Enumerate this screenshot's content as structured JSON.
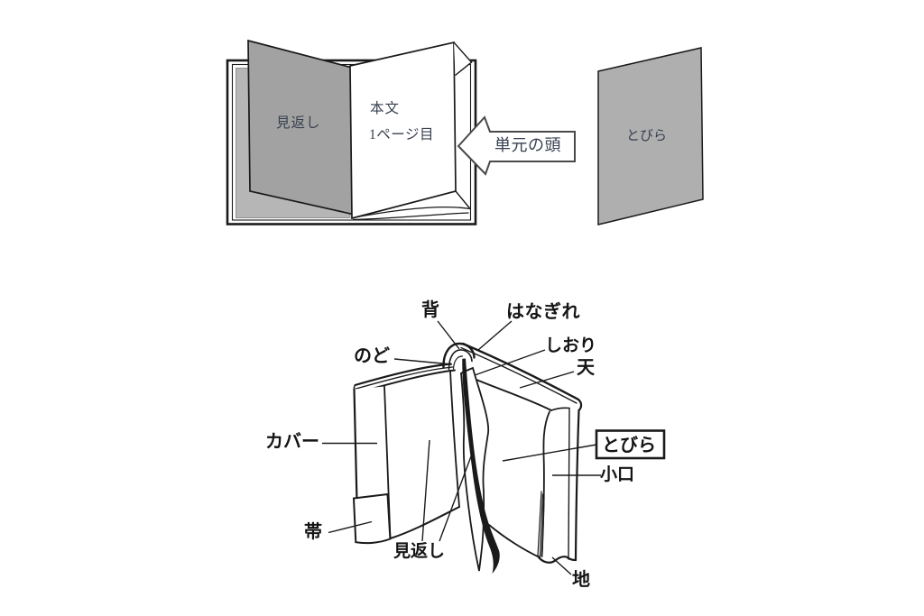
{
  "top_diagram": {
    "open_book": {
      "endpaper": "見返し",
      "body_line1": "本文",
      "body_line2": "1ページ目"
    },
    "arrow": {
      "label": "単元の頭"
    },
    "title_page": {
      "label": "とびら"
    }
  },
  "bottom_diagram": {
    "labels": {
      "spine": "背",
      "headband": "はなぎれ",
      "bookmark": "しおり",
      "top_edge": "天",
      "gutter": "のど",
      "cover": "カバー",
      "title_page_boxed": "とびら",
      "fore_edge": "小口",
      "obi_band": "帯",
      "endpaper": "見返し",
      "bottom_edge": "地"
    }
  },
  "colors": {
    "background": "#ffffff",
    "ink": "#1a1a1a",
    "arrow_outline": "#4a4a4a",
    "standing_endpaper_gray": "#a2a2a2",
    "flat_endpaper_gray": "#b6b6b6",
    "title_page_gray": "#afafaf",
    "top_text": "#37404f",
    "bottom_text": "#141414"
  }
}
